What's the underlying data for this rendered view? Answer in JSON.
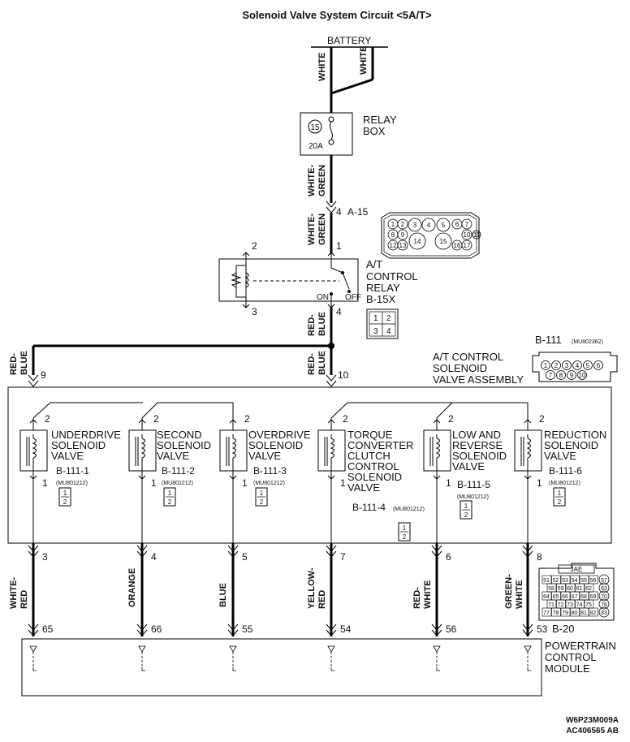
{
  "title": "Solenoid Valve System Circuit  <5A/T>",
  "battery": {
    "label": "BATTERY",
    "wire_left": "WHITE",
    "wire_right": "WHITE"
  },
  "relay_box": {
    "label_line1": "RELAY",
    "label_line2": "BOX",
    "fuse_no": "15",
    "fuse_rating": "20A",
    "wire_below": [
      "WHITE-",
      "GREEN"
    ]
  },
  "connector_a15": {
    "terminal": "4",
    "id": "A-15",
    "wire": [
      "WHITE-",
      "GREEN"
    ],
    "pins": [
      "1",
      "2",
      "3",
      "4",
      "5",
      "6",
      "7",
      "8",
      "9",
      "10",
      "11",
      "12",
      "13",
      "14",
      "15",
      "16",
      "17"
    ]
  },
  "control_relay": {
    "label": [
      "A/T",
      "CONTROL",
      "RELAY",
      "B-15X"
    ],
    "pin_top_left": "2",
    "pin_bottom_left": "3",
    "pin_top_right": "1",
    "pin_bottom_right": "4",
    "on_label": "ON",
    "off_label": "OFF",
    "connector_pins": [
      "1",
      "2",
      "3",
      "4"
    ]
  },
  "main_wire": {
    "left_wire": [
      "RED-",
      "BLUE"
    ],
    "right_wire": [
      "RED-",
      "BLUE"
    ],
    "left_pin": "9",
    "right_pin": "10",
    "relay_out_wire": [
      "RED-",
      "BLUE"
    ]
  },
  "assembly": {
    "label": [
      "A/T CONTROL",
      "SOLENOID",
      "VALVE ASSEMBLY"
    ],
    "connector_id": "B-111",
    "connector_part": "(MU802362)",
    "connector_pins": [
      "1",
      "2",
      "3",
      "4",
      "5",
      "6",
      "7",
      "8",
      "9",
      "10"
    ]
  },
  "solenoids": [
    {
      "name": [
        "UNDERDRIVE",
        "SOLENOID",
        "VALVE"
      ],
      "id": "B-111-1",
      "part": "(MU801212)",
      "pin_top": "2",
      "pin_bottom": "1",
      "out_pin": "3",
      "wire": [
        "WHITE-",
        "RED"
      ],
      "pcm_pin": "65",
      "conn_pins": [
        "1",
        "2"
      ]
    },
    {
      "name": [
        "SECOND",
        "SOLENOID",
        "VALVE"
      ],
      "id": "B-111-2",
      "part": "(MU801212)",
      "pin_top": "2",
      "pin_bottom": "1",
      "out_pin": "4",
      "wire": [
        "ORANGE"
      ],
      "pcm_pin": "66",
      "conn_pins": [
        "1",
        "2"
      ]
    },
    {
      "name": [
        "OVERDRIVE",
        "SOLENOID",
        "VALVE"
      ],
      "id": "B-111-3",
      "part": "(MU801212)",
      "pin_top": "2",
      "pin_bottom": "1",
      "out_pin": "5",
      "wire": [
        "BLUE"
      ],
      "pcm_pin": "55",
      "conn_pins": [
        "1",
        "2"
      ]
    },
    {
      "name": [
        "TORQUE",
        "CONVERTER",
        "CLUTCH",
        "CONTROL",
        "SOLENOID",
        "VALVE"
      ],
      "id": "B-111-4",
      "part": "(MU801212)",
      "pin_top": "2",
      "pin_bottom": "1",
      "out_pin": "7",
      "wire": [
        "YELLOW-",
        "RED"
      ],
      "pcm_pin": "54",
      "conn_pins": [
        "1",
        "2"
      ]
    },
    {
      "name": [
        "LOW AND",
        "REVERSE",
        "SOLENOID",
        "VALVE"
      ],
      "id": "B-111-5",
      "part": "(MU801212)",
      "pin_top": "2",
      "pin_bottom": "1",
      "out_pin": "6",
      "wire": [
        "RED-",
        "WHITE"
      ],
      "pcm_pin": "56",
      "conn_pins": [
        "1",
        "2"
      ]
    },
    {
      "name": [
        "REDUCTION",
        "SOLENOID",
        "VALVE"
      ],
      "id": "B-111-6",
      "part": "(MU801212)",
      "pin_top": "2",
      "pin_bottom": "1",
      "out_pin": "8",
      "wire": [
        "GREEN-",
        "WHITE"
      ],
      "pcm_pin": "53",
      "conn_pins": [
        "1",
        "2"
      ]
    }
  ],
  "pcm": {
    "label": [
      "POWERTRAIN",
      "CONTROL",
      "MODULE"
    ],
    "connector_id": "B-20",
    "connector_brand": "JAE",
    "connector_pins": [
      "51",
      "52",
      "53",
      "54",
      "55",
      "56",
      "57",
      "58",
      "59",
      "60",
      "61",
      "62",
      "63",
      "64",
      "65",
      "66",
      "67",
      "68",
      "69",
      "70",
      "71",
      "72",
      "73",
      "74",
      "75",
      "76",
      "77",
      "78",
      "79",
      "80",
      "81",
      "82",
      "83"
    ]
  },
  "footer": {
    "code1": "W6P23M009A",
    "code2": "AC406565 AB"
  }
}
